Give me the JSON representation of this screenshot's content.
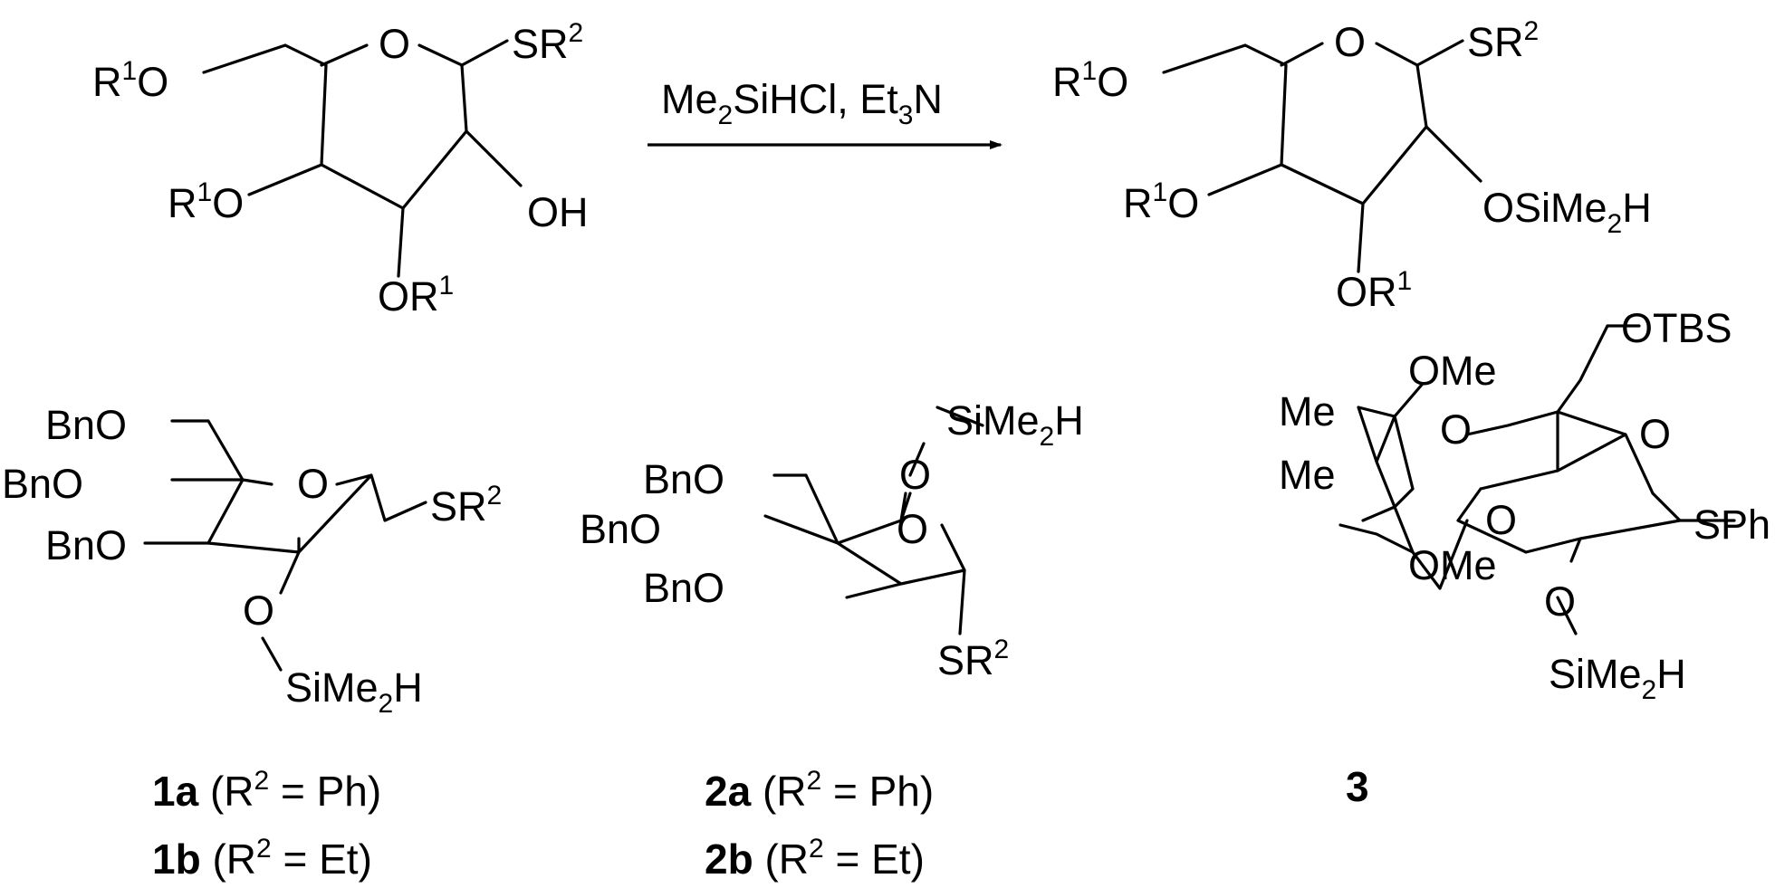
{
  "labels": {
    "r1o": "R",
    "r1o_sup": "1",
    "r1o_tail": "O",
    "or1_head": "OR",
    "or1_sup": "1",
    "sr2_head": "SR",
    "sr2_sup": "2",
    "ring_o": "O",
    "oh": "OH",
    "reagent_a": "Me",
    "reagent_a_sub": "2",
    "reagent_b": "SiHCl, Et",
    "reagent_b_sub": "3",
    "reagent_c": "N",
    "osime2h_a": "OSiMe",
    "osime2h_sub": "2",
    "osime2h_b": "H",
    "sime2h_a": "SiMe",
    "sime2h_sub": "2",
    "sime2h_b": "H",
    "bno": "BnO",
    "o": "O",
    "ome": "OMe",
    "me": "Me",
    "otbs": "OTBS",
    "sph": "SPh"
  },
  "captions": {
    "c1a": {
      "num": "1a",
      "open": "(R",
      "sup": "2",
      "rest": " = Ph)"
    },
    "c1b": {
      "num": "1b",
      "open": "(R",
      "sup": "2",
      "rest": " = Et)"
    },
    "c2a": {
      "num": "2a",
      "open": "(R",
      "sup": "2",
      "rest": " = Ph)"
    },
    "c2b": {
      "num": "2b",
      "open": "(R",
      "sup": "2",
      "rest": " = Et)"
    },
    "c3": {
      "num": "3"
    }
  }
}
